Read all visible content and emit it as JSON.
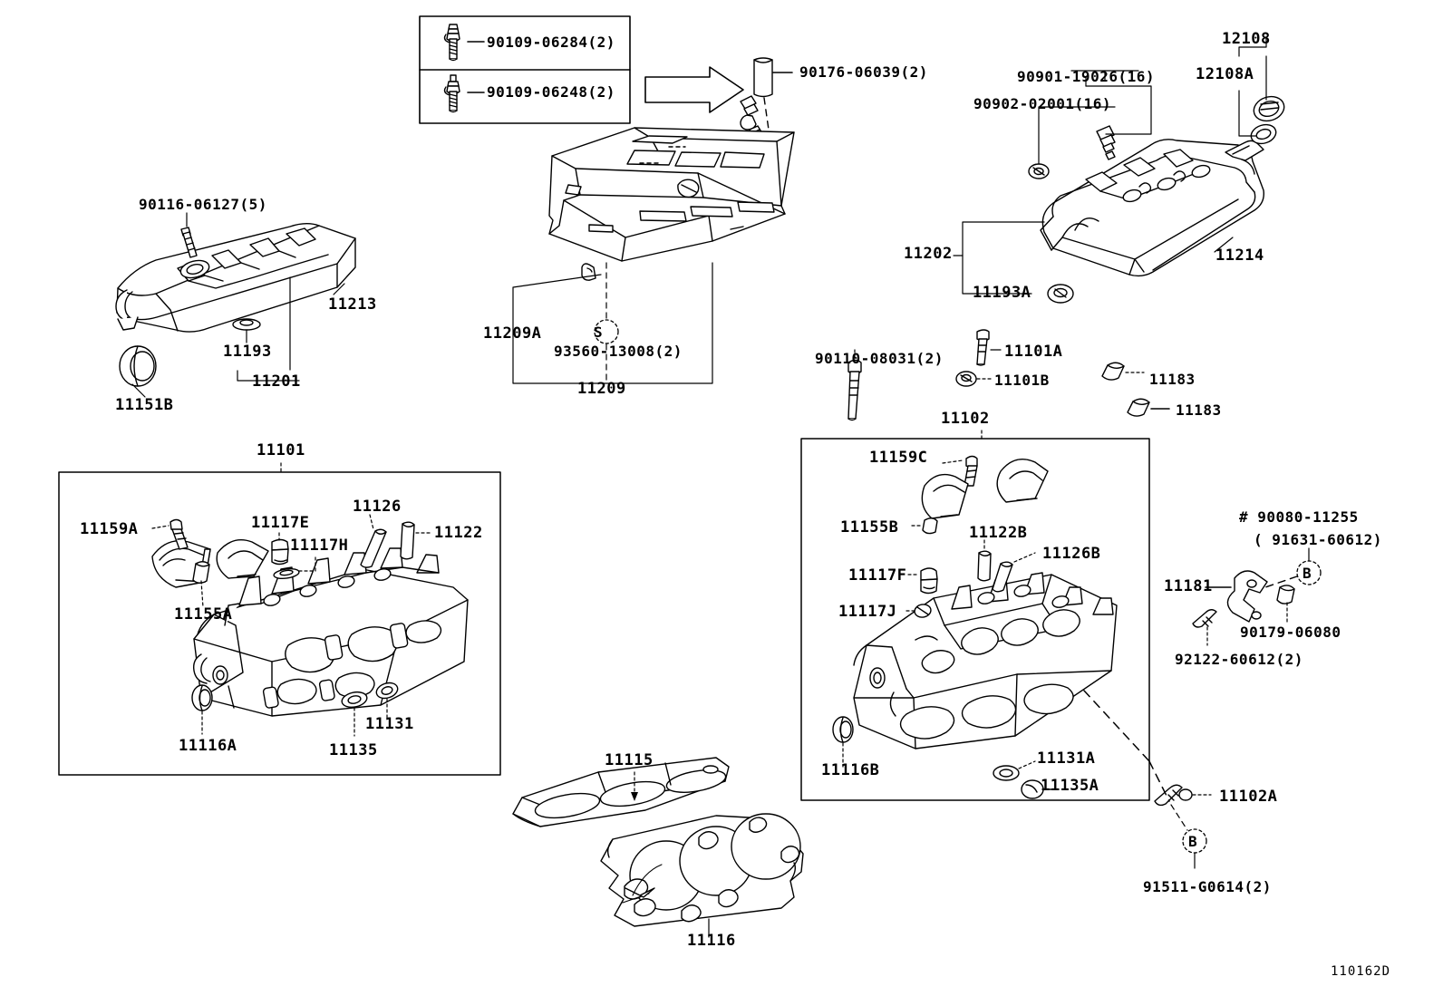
{
  "diagram": {
    "id": "110162D",
    "title_group": "CYLINDER HEAD"
  },
  "callout_box_topleft": {
    "rows": [
      {
        "label": "90109-06284(2)",
        "icon": "stud-bolt-icon"
      },
      {
        "label": "90109-06248(2)",
        "icon": "stud-bolt-icon"
      }
    ]
  },
  "labels": {
    "l_90176_06039": "90176-06039(2)",
    "l_90901_19026": "90901-19026(16)",
    "l_90902_02001": "90902-02001(16)",
    "l_12108": "12108",
    "l_12108A": "12108A",
    "l_11202": "11202",
    "l_11214": "11214",
    "l_11193A": "11193A",
    "l_90116_06127": "90116-06127(5)",
    "l_11213": "11213",
    "l_11193": "11193",
    "l_11201": "11201",
    "l_11151B": "11151B",
    "l_11209A": "11209A",
    "l_93560_13008": "93560-13008(2)",
    "l_11209": "11209",
    "l_90110_08031": "90110-08031(2)",
    "l_11101A": "11101A",
    "l_11101B": "11101B",
    "l_11102": "11102",
    "l_11183_a": "11183",
    "l_11183_b": "11183",
    "l_11101": "11101",
    "l_11159A": "11159A",
    "l_11117E": "11117E",
    "l_11117H": "11117H",
    "l_11126": "11126",
    "l_11122": "11122",
    "l_11155A": "11155A",
    "l_11116A": "11116A",
    "l_11131": "11131",
    "l_11135": "11135",
    "l_11159C": "11159C",
    "l_11155B": "11155B",
    "l_11122B": "11122B",
    "l_11126B": "11126B",
    "l_11117F": "11117F",
    "l_11117J": "11117J",
    "l_11116B": "11116B",
    "l_11131A": "11131A",
    "l_11135A": "11135A",
    "l_90080_11255": "# 90080-11255",
    "l_91631_60612": "( 91631-60612)",
    "l_11181": "11181",
    "l_90179_06080": "90179-06080",
    "l_92122_60612": "92122-60612(2)",
    "l_11102A": "11102A",
    "l_91511_G0614": "91511-G0614(2)",
    "l_11115": "11115",
    "l_11116": "11116"
  },
  "markers": {
    "s_circle": "S",
    "b_circle_1": "B",
    "b_circle_2": "B"
  }
}
